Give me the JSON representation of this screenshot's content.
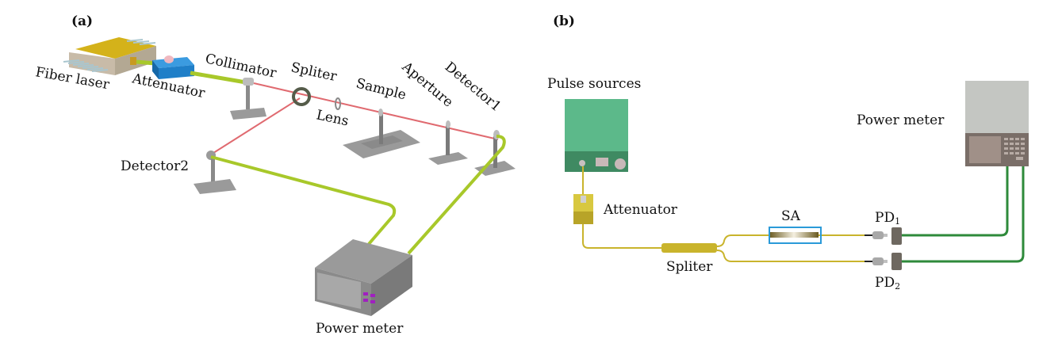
{
  "panel_a": {
    "tag": "(a)",
    "labels": {
      "fiber_laser": "Fiber laser",
      "attenuator": "Attenuator",
      "collimator": "Collimator",
      "spliter": "Spliter",
      "lens": "Lens",
      "sample": "Sample",
      "aperture": "Aperture",
      "detector1": "Detector1",
      "detector2": "Detector2",
      "power_meter": "Power meter"
    }
  },
  "panel_b": {
    "tag": "(b)",
    "labels": {
      "pulse_sources": "Pulse sources",
      "attenuator": "Attenuator",
      "sa": "SA",
      "spliter": "Spliter",
      "pd1": "PD",
      "pd1_sub": "1",
      "pd2": "PD",
      "pd2_sub": "2",
      "power_meter": "Power meter"
    }
  },
  "colors": {
    "laser_beam": "#e06a70",
    "fiber_green": "#a8c82a",
    "fiber_yellow": "#c9b42c",
    "fiber_dark_green": "#2e8a3a",
    "laser_top": "#d4b21a",
    "attenuator_blue": "#1f7fc8",
    "mount_gray": "#8c8c8c",
    "meter_gray": "#8f8f8f",
    "meter_buttons": "#a020c0",
    "pulse_green": "#5cb98a",
    "sa_box": "#2a9ad8"
  }
}
